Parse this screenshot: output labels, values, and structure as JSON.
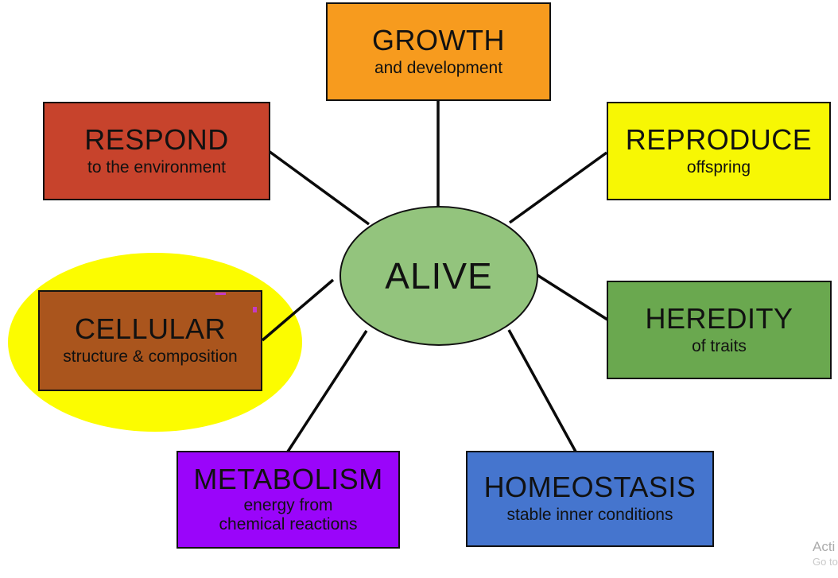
{
  "diagram": {
    "center": {
      "label": "ALIVE",
      "fill": "#93C47D"
    },
    "highlight_fill": "#FCFC00",
    "line_color": "#0a0a0a",
    "nodes": [
      {
        "id": "growth",
        "label": "GROWTH",
        "sublabel": "and development",
        "fill": "#F79B1E"
      },
      {
        "id": "respond",
        "label": "RESPOND",
        "sublabel": "to the environment",
        "fill": "#C7432C"
      },
      {
        "id": "reproduce",
        "label": "REPRODUCE",
        "sublabel": "offspring",
        "fill": "#F7F704"
      },
      {
        "id": "cellular",
        "label": "CELLULAR",
        "sublabel": "structure & composition",
        "fill": "#AA551D"
      },
      {
        "id": "heredity",
        "label": "HEREDITY",
        "sublabel": "of traits",
        "fill": "#6AA84F"
      },
      {
        "id": "metabolism",
        "label": "METABOLISM",
        "sublabel": "energy from\nchemical reactions",
        "fill": "#9A05FA"
      },
      {
        "id": "homeostasis",
        "label": "HOMEOSTASIS",
        "sublabel": "stable inner conditions",
        "fill": "#4575CE"
      }
    ],
    "watermark": {
      "line1": "Acti",
      "line2": "Go to",
      "color1": "#ABABAB",
      "color2": "#C9C9C9"
    }
  }
}
